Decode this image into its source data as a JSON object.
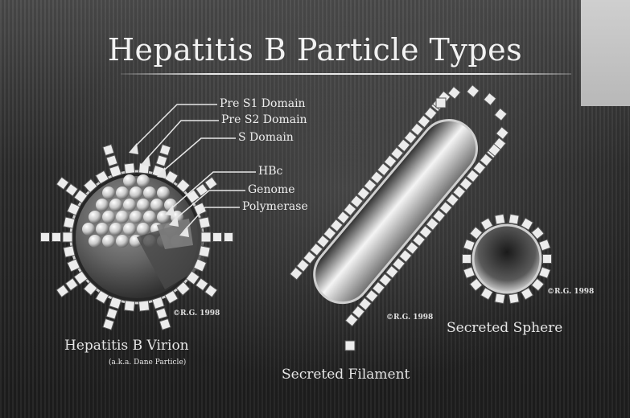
{
  "title": "Hepatitis B Particle Types",
  "virion": {
    "callouts": [
      "Pre S1 Domain",
      "Pre S2 Domain",
      "S Domain",
      "HBc",
      "Genome",
      "Polymerase"
    ],
    "caption": "Hepatitis B Virion",
    "subcaption": "(a.k.a. Dane Particle)",
    "stamp": "©R.G. 1998"
  },
  "filament": {
    "caption": "Secreted Filament",
    "stamp": "©R.G. 1998"
  },
  "sphere": {
    "caption": "Secreted Sphere",
    "stamp": "©R.G. 1998"
  },
  "colors": {
    "envelope": "#bdbdbd",
    "protein_cube": "#ececec",
    "core": "#d9d9d9",
    "text": "#f0f0f0"
  }
}
